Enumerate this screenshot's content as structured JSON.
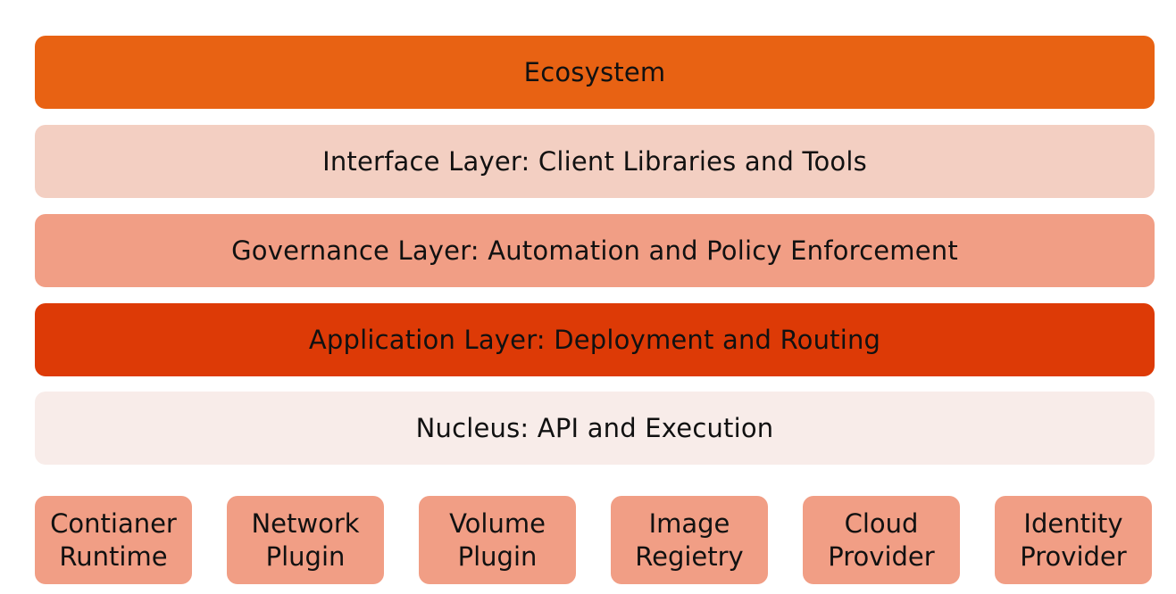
{
  "colors": {
    "ecosystem": "#E86213",
    "interface_layer": "#F3CFC2",
    "governance_layer": "#F19E85",
    "application_layer": "#DD3A06",
    "nucleus": "#F8ECE9",
    "component": "#F19E85"
  },
  "layers": [
    {
      "label": "Ecosystem"
    },
    {
      "label": "Interface Layer: Client Libraries and Tools"
    },
    {
      "label": "Governance Layer: Automation and Policy Enforcement"
    },
    {
      "label": "Application Layer: Deployment and Routing"
    },
    {
      "label": "Nucleus: API and Execution"
    }
  ],
  "components": [
    {
      "line1": "Contianer",
      "line2": "Runtime"
    },
    {
      "line1": "Network",
      "line2": "Plugin"
    },
    {
      "line1": "Volume",
      "line2": "Plugin"
    },
    {
      "line1": "Image",
      "line2": "Regietry"
    },
    {
      "line1": "Cloud",
      "line2": "Provider"
    },
    {
      "line1": "Identity",
      "line2": "Provider"
    }
  ]
}
